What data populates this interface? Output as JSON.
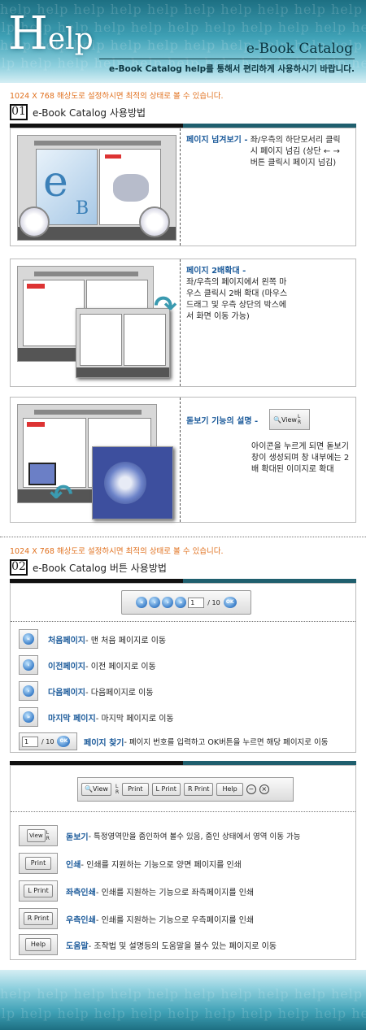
{
  "header": {
    "watermark": "help help help help help help help help help help help help",
    "logo_h": "H",
    "logo_rest": "elp",
    "catalog_title": "e-Book Catalog",
    "subtitle": "e-Book Catalog help를 통해서 편리하게 사용하시기 바랍니다."
  },
  "resolution_note": "1024 X 768 해상도로 설정하시면 최적의 상태로 볼 수 있습니다.",
  "section1": {
    "number": "01",
    "title": "e-Book Catalog 사용방법",
    "items": [
      {
        "label": "페이지 넘겨보기 - ",
        "desc": "좌/우측의 하단모서리 클릭시 페이지 넘김 (상단 ← → 버튼 클릭시 페이지 넘김)"
      },
      {
        "label": "페이지 2배확대 - ",
        "desc": "좌/우측의 페이지에서 왼쪽 마우스 클릭시 2배 확대 (마우스 드래그 및 우측 상단의 박스에서 화면 이동 가능)"
      },
      {
        "label": "돋보기 기능의 설명 - ",
        "desc": "아이콘을 누르게 되면 돋보기 창이 생성되며 창 내부에는 2배 확대된 이미지로 확대"
      }
    ],
    "view_label": "View",
    "eb_e": "e",
    "eb_b": "B"
  },
  "section2": {
    "number": "02",
    "title": "e-Book Catalog 버튼 사용방법",
    "nav": {
      "page": "1",
      "total": "/ 10",
      "ok": "OK"
    },
    "nav_rows": [
      {
        "label": "처음페이지",
        "desc": " - 맨 처음 페이지로 이동",
        "icon": "«"
      },
      {
        "label": "이전페이지",
        "desc": " - 이전 페이지로 이동",
        "icon": "‹"
      },
      {
        "label": "다음페이지",
        "desc": " - 다음페이지로 이동",
        "icon": "›"
      },
      {
        "label": "마지막 페이지",
        "desc": " - 마지막 페이지로 이동",
        "icon": "»"
      },
      {
        "label": "페이지 찾기",
        "desc": " - 페이지 번호를 입력하고 OK버튼을 누르면 해당 페이지로 이동",
        "icon": "OK"
      }
    ],
    "toolbar": {
      "view": "View",
      "l": "L",
      "r": "R",
      "print": "Print",
      "lprint": "L Print",
      "rprint": "R Print",
      "help": "Help",
      "minus": "−",
      "close": "×"
    },
    "func_rows": [
      {
        "label": "돋보기",
        "desc": " - 특정영역만을 줌인하여 볼수 있음, 줌인 상태에서 영역 이동 가능",
        "btn": "View"
      },
      {
        "label": "인쇄",
        "desc": " - 인쇄를 지원하는 기능으로 양면 페이지를 인쇄",
        "btn": "Print"
      },
      {
        "label": "좌측인쇄",
        "desc": " - 인쇄를 지원하는 기능으로 좌측페이지를 인쇄",
        "btn": "L Print"
      },
      {
        "label": "우측인쇄",
        "desc": " - 인쇄를 지원하는 기능으로 우측페이지를 인쇄",
        "btn": "R Print"
      },
      {
        "label": "도움말",
        "desc": " - 조작법 및 설명등의 도움말을 볼수 있는 페이지로 이동",
        "btn": "Help"
      }
    ]
  },
  "colors": {
    "accent": "#1b5a9a",
    "note": "#e0701e",
    "teal": "#3fa1b6"
  }
}
